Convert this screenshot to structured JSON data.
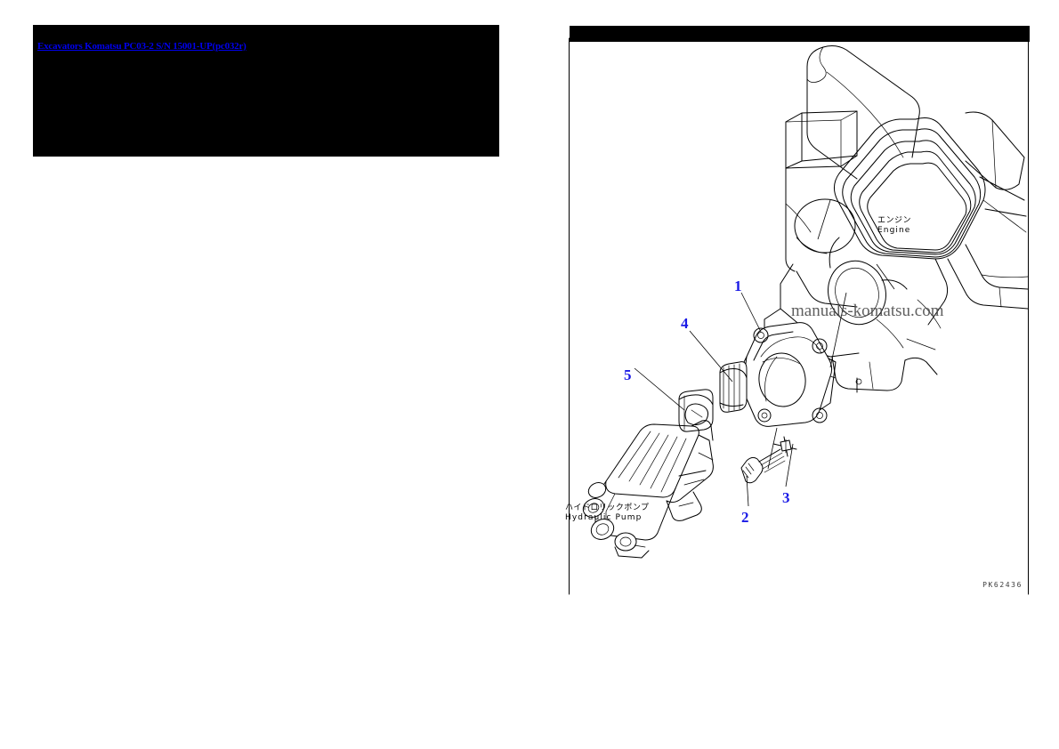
{
  "breadcrumb": {
    "parts": [
      "Excavators Komatsu ",
      "PC03-2 S/N 15001-UP(pc032r)"
    ],
    "full_text": "Excavators Komatsu PC03-2 S/N 15001-UP(pc032r)",
    "link_color": "#0000ee",
    "panel_color": "#000000"
  },
  "drawing": {
    "title_code": "PK62436",
    "watermark": "manuals-komatsu.com",
    "labels": [
      {
        "jp": "エンジン",
        "en": "Engine"
      },
      {
        "jp": "ハイドロリックポンプ",
        "en": "Hydraulic Pump"
      }
    ],
    "callouts": [
      {
        "num": "1"
      },
      {
        "num": "2"
      },
      {
        "num": "3"
      },
      {
        "num": "4"
      },
      {
        "num": "5"
      }
    ],
    "callout_color": "#1a1ae6",
    "line_color": "#000000",
    "background": "#ffffff"
  }
}
